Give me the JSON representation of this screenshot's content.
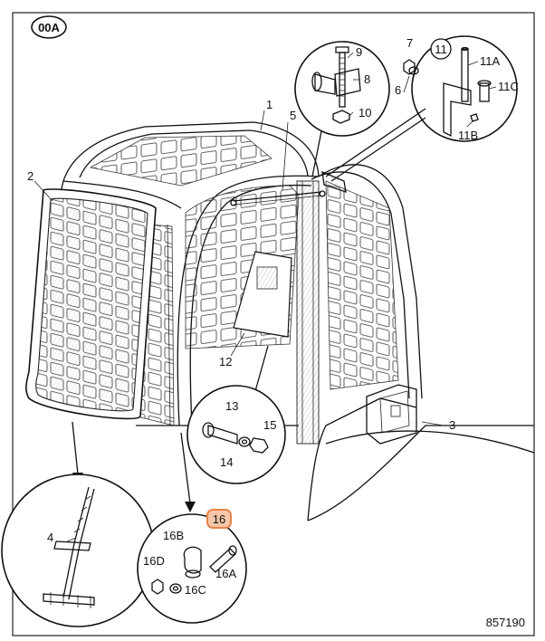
{
  "diagram": {
    "badge": "00A",
    "drawing_number": "857190",
    "highlight_color": "#e8834a",
    "callouts": [
      {
        "id": "c1",
        "text": "1"
      },
      {
        "id": "c2",
        "text": "2"
      },
      {
        "id": "c3",
        "text": "3"
      },
      {
        "id": "c4",
        "text": "4"
      },
      {
        "id": "c5",
        "text": "5"
      },
      {
        "id": "c6",
        "text": "6"
      },
      {
        "id": "c7",
        "text": "7"
      },
      {
        "id": "c8",
        "text": "8"
      },
      {
        "id": "c9",
        "text": "9"
      },
      {
        "id": "c10",
        "text": "10"
      },
      {
        "id": "c11",
        "text": "11"
      },
      {
        "id": "c11A",
        "text": "11A"
      },
      {
        "id": "c11B",
        "text": "11B"
      },
      {
        "id": "c11C",
        "text": "11C"
      },
      {
        "id": "c12",
        "text": "12"
      },
      {
        "id": "c13",
        "text": "13"
      },
      {
        "id": "c14",
        "text": "14"
      },
      {
        "id": "c15",
        "text": "15"
      },
      {
        "id": "c16",
        "text": "16"
      },
      {
        "id": "c16A",
        "text": "16A"
      },
      {
        "id": "c16B",
        "text": "16B"
      },
      {
        "id": "c16C",
        "text": "16C"
      },
      {
        "id": "c16D",
        "text": "16D"
      }
    ]
  }
}
